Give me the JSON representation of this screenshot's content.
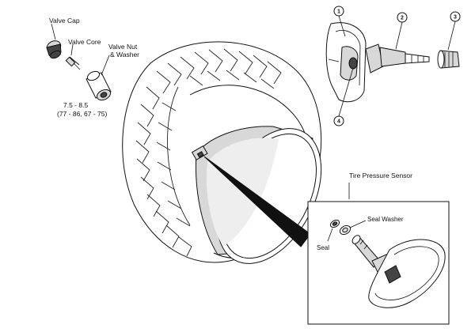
{
  "labels": {
    "valve_cap": "Valve Cap",
    "valve_core": "Valve Core",
    "valve_nut_line1": "Valve Nut",
    "valve_nut_line2": "& Washer",
    "torque_line1": "7.5 - 8.5",
    "torque_line2": "(77 - 86, 67 - 75)",
    "tire_pressure_sensor": "Tire Pressure Sensor",
    "seal_washer": "Seal Washer",
    "seal": "Seal"
  },
  "callouts": [
    "1",
    "2",
    "3",
    "4"
  ]
}
